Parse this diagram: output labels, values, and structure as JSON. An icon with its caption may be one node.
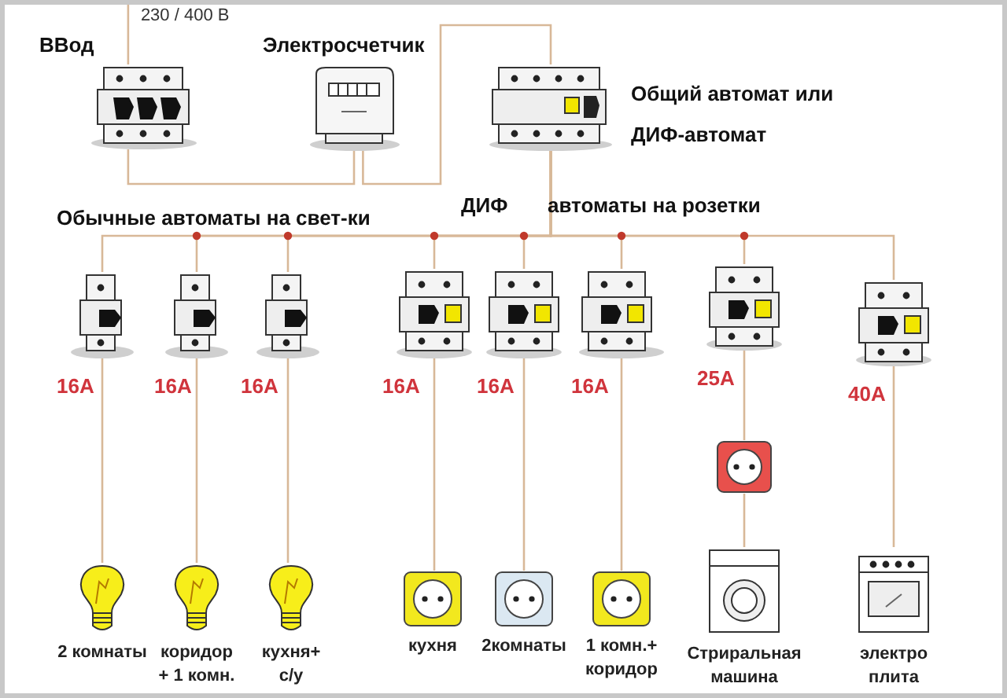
{
  "diagram": {
    "nodes": [
      {
        "text": [
          "ВВод"
        ]
      },
      {
        "text": [
          "Электросчетчик"
        ]
      },
      {
        "text": [
          "Общий автомат или ДИФ-автомат"
        ]
      },
      {
        "text": [],
        "shape": "picture",
        "beside": [
          "16А"
        ]
      },
      {
        "text": [],
        "shape": "picture",
        "beside": [
          "16А"
        ]
      },
      {
        "text": [],
        "shape": "picture",
        "beside": [
          "16А"
        ]
      },
      {
        "text": [],
        "shape": "picture",
        "beside": [
          "16А"
        ]
      },
      {
        "text": [],
        "shape": "picture",
        "beside": [
          "16А"
        ]
      },
      {
        "text": [],
        "shape": "picture",
        "beside": [
          "16А"
        ]
      },
      {
        "text": [],
        "shape": "picture",
        "beside": [
          "25А"
        ]
      },
      {
        "text": [],
        "shape": "picture",
        "beside": [
          "40А"
        ]
      },
      {
        "text": [
          "2 комнаты"
        ]
      },
      {
        "text": [
          "коридор + 1 комн."
        ]
      },
      {
        "text": [
          "кухня+ с/у"
        ]
      },
      {
        "text": [
          "кухня"
        ]
      },
      {
        "text": [
          "2комнаты"
        ]
      },
      {
        "text": [
          "1 комн.+ коридор"
        ]
      },
      {
        "text": [],
        "shape": "picture"
      },
      {
        "text": [
          "Стриральная машина"
        ]
      },
      {
        "text": [
          "электро плита"
        ]
      }
    ],
    "edges": [
      {
        "from": null,
        "to": 0,
        "arrow": "none",
        "label": "230 / 400 В"
      },
      {
        "from": 0,
        "to": 1,
        "arrow": "none"
      },
      {
        "from": 1,
        "to": 2,
        "arrow": "none"
      },
      {
        "from": 2,
        "to": 3,
        "arrow": "none"
      },
      {
        "from": 2,
        "to": 4,
        "arrow": "none"
      },
      {
        "from": 2,
        "to": 5,
        "arrow": "none"
      },
      {
        "from": 2,
        "to": 6,
        "arrow": "none"
      },
      {
        "from": 2,
        "to": 7,
        "arrow": "none"
      },
      {
        "from": 2,
        "to": 8,
        "arrow": "none"
      },
      {
        "from": 2,
        "to": 9,
        "arrow": "none"
      },
      {
        "from": 2,
        "to": 10,
        "arrow": "none"
      },
      {
        "from": 3,
        "to": 11,
        "arrow": "none"
      },
      {
        "from": 4,
        "to": 12,
        "arrow": "none"
      },
      {
        "from": 5,
        "to": 13,
        "arrow": "none"
      },
      {
        "from": 6,
        "to": 14,
        "arrow": "none"
      },
      {
        "from": 7,
        "to": 15,
        "arrow": "none"
      },
      {
        "from": 8,
        "to": 16,
        "arrow": "none"
      },
      {
        "from": 9,
        "to": 17,
        "arrow": "none"
      },
      {
        "from": 17,
        "to": 18,
        "arrow": "none"
      },
      {
        "from": 10,
        "to": 19,
        "arrow": "none"
      }
    ],
    "labels": [
      "Обычные автоматы на свет-ки",
      "ДИФ",
      "автоматы на розетки"
    ]
  }
}
